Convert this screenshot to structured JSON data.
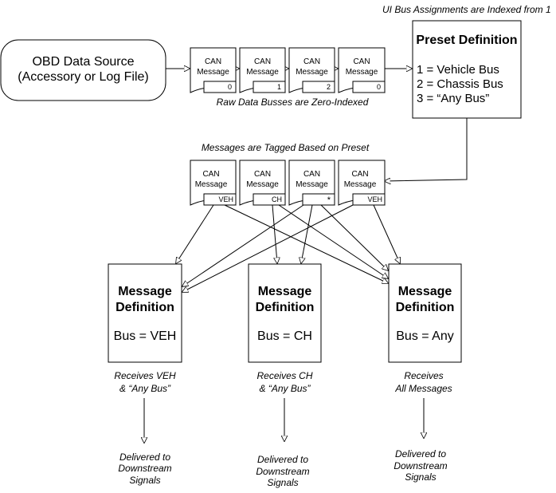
{
  "source": {
    "line1": "OBD Data Source",
    "line2": "(Accessory or Log File)"
  },
  "ui_note": "UI Bus Assignments are Indexed from 1",
  "raw_note": "Raw Data Busses are Zero-Indexed",
  "tagged_note": "Messages are Tagged Based on Preset",
  "preset": {
    "title": "Preset Definition",
    "items": [
      "1 = Vehicle Bus",
      "2 = Chassis Bus",
      "3 = “Any Bus”"
    ]
  },
  "message_label": {
    "line1": "CAN",
    "line2": "Message"
  },
  "raw_messages": [
    {
      "tag": "0"
    },
    {
      "tag": "1"
    },
    {
      "tag": "2"
    },
    {
      "tag": "0"
    }
  ],
  "tagged_messages": [
    {
      "tag": "VEH"
    },
    {
      "tag": "CH"
    },
    {
      "tag": "*"
    },
    {
      "tag": "VEH"
    }
  ],
  "definitions": [
    {
      "title1": "Message",
      "title2": "Definition",
      "bus": "Bus = VEH",
      "receives1": "Receives VEH",
      "receives2": "& “Any Bus”",
      "delivered": [
        "Delivered to",
        "Downstream",
        "Signals"
      ]
    },
    {
      "title1": "Message",
      "title2": "Definition",
      "bus": "Bus = CH",
      "receives1": "Receives CH",
      "receives2": "& “Any Bus”",
      "delivered": [
        "Delivered to",
        "Downstream",
        "Signals"
      ]
    },
    {
      "title1": "Message",
      "title2": "Definition",
      "bus": "Bus = Any",
      "receives1": "Receives",
      "receives2": "All Messages",
      "delivered": [
        "Delivered to",
        "Downstream",
        "Signals"
      ]
    }
  ]
}
